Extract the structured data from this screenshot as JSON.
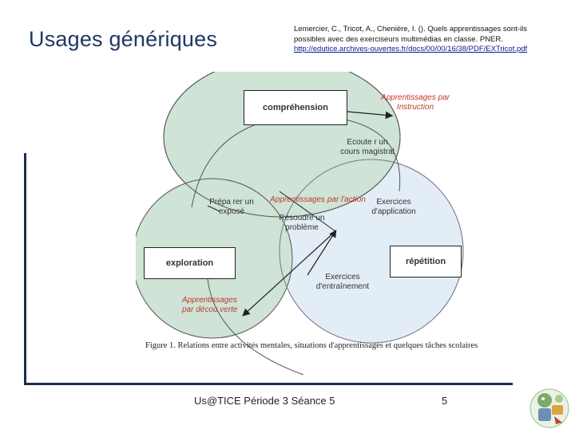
{
  "slide": {
    "title": "Usages génériques",
    "reference": {
      "text": "Lemercier, C., Tricot, A., Chenière, I. (). Quels apprentissages sont-ils possibles avec des exerciseurs multimédias en classe. PNER.",
      "url": "http://edutice.archives-ouvertes.fr/docs/00/00/16/38/PDF/EXTricot.pdf"
    },
    "footer": "Us@TICE Période 3 Séance 5",
    "page_number": "5"
  },
  "diagram": {
    "boxes": {
      "comprehension": "compréhension",
      "exploration": "exploration",
      "repetition": "répétition"
    },
    "red_labels": {
      "instruction_1": "Apprentissages par",
      "instruction_2": "Instruction",
      "action": "Apprentissages par l'action",
      "decouverte_1": "Apprentissages",
      "decouverte_2": "par décou verte"
    },
    "labels": {
      "ecouter_1": "Ecoute r un",
      "ecouter_2": "cours magistral",
      "preparer_1": "Prépa rer un",
      "preparer_2": "exposé",
      "resoudre_1": "Résoudre un",
      "resoudre_2": "problème",
      "exercices_app_1": "Exercices",
      "exercices_app_2": "d'application",
      "exercices_ent_1": "Exercices",
      "exercices_ent_2": "d'entraînement"
    },
    "caption": "Figure 1. Relations entre activités mentales, situations d'apprentissages et quelques tâches scolaires"
  },
  "colors": {
    "title": "#1f3864",
    "circle_fill_green": "#cfe3d6",
    "circle_fill_blue": "#e3edf6",
    "red_label": "#c0392b",
    "frame": "#1a2e4f"
  },
  "icons": {
    "logo": "mascot-logo-icon"
  }
}
